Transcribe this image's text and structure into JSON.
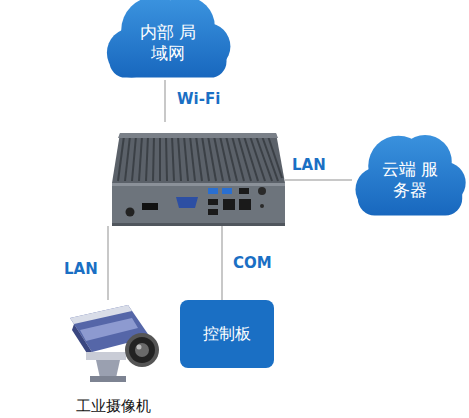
{
  "diagram": {
    "nodes": [
      {
        "text": [
          "内部 局域网"
        ]
      },
      {
        "text": []
      },
      {
        "text": [
          "云端 服务器"
        ]
      },
      {
        "text": [
          "工业摄像机"
        ]
      },
      {
        "text": [
          "控制板"
        ]
      }
    ],
    "edges": [
      {
        "from": 0,
        "to": 1,
        "label": "Wi-Fi",
        "arrow": "none"
      },
      {
        "from": 1,
        "to": 2,
        "label": "LAN",
        "arrow": "none"
      },
      {
        "from": 1,
        "to": 3,
        "label": "LAN",
        "arrow": "none"
      },
      {
        "from": 1,
        "to": 4,
        "label": "COM",
        "arrow": "none"
      }
    ]
  }
}
